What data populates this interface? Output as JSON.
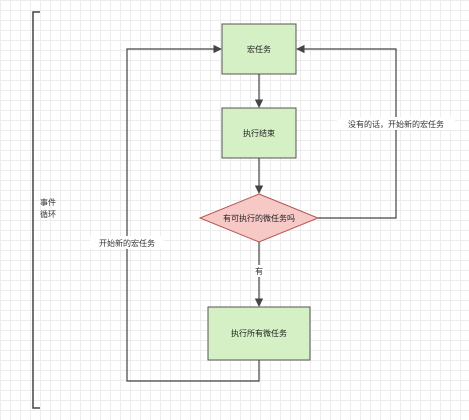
{
  "bracket_label_line1": "事件",
  "bracket_label_line2": "循环",
  "nodes": {
    "macro_task": "宏任务",
    "exec_done": "执行结束",
    "decision": "有可执行的微任务吗",
    "exec_micro": "执行所有微任务"
  },
  "edges": {
    "no_label": "没有的话，开始新的宏任务",
    "start_new_label": "开始新的宏任务",
    "yes_label": "有"
  },
  "colors": {
    "process_fill": "#d5f0c4",
    "decision_fill": "#f6c9c6",
    "decision_stroke": "#b85450",
    "line": "#444444"
  }
}
